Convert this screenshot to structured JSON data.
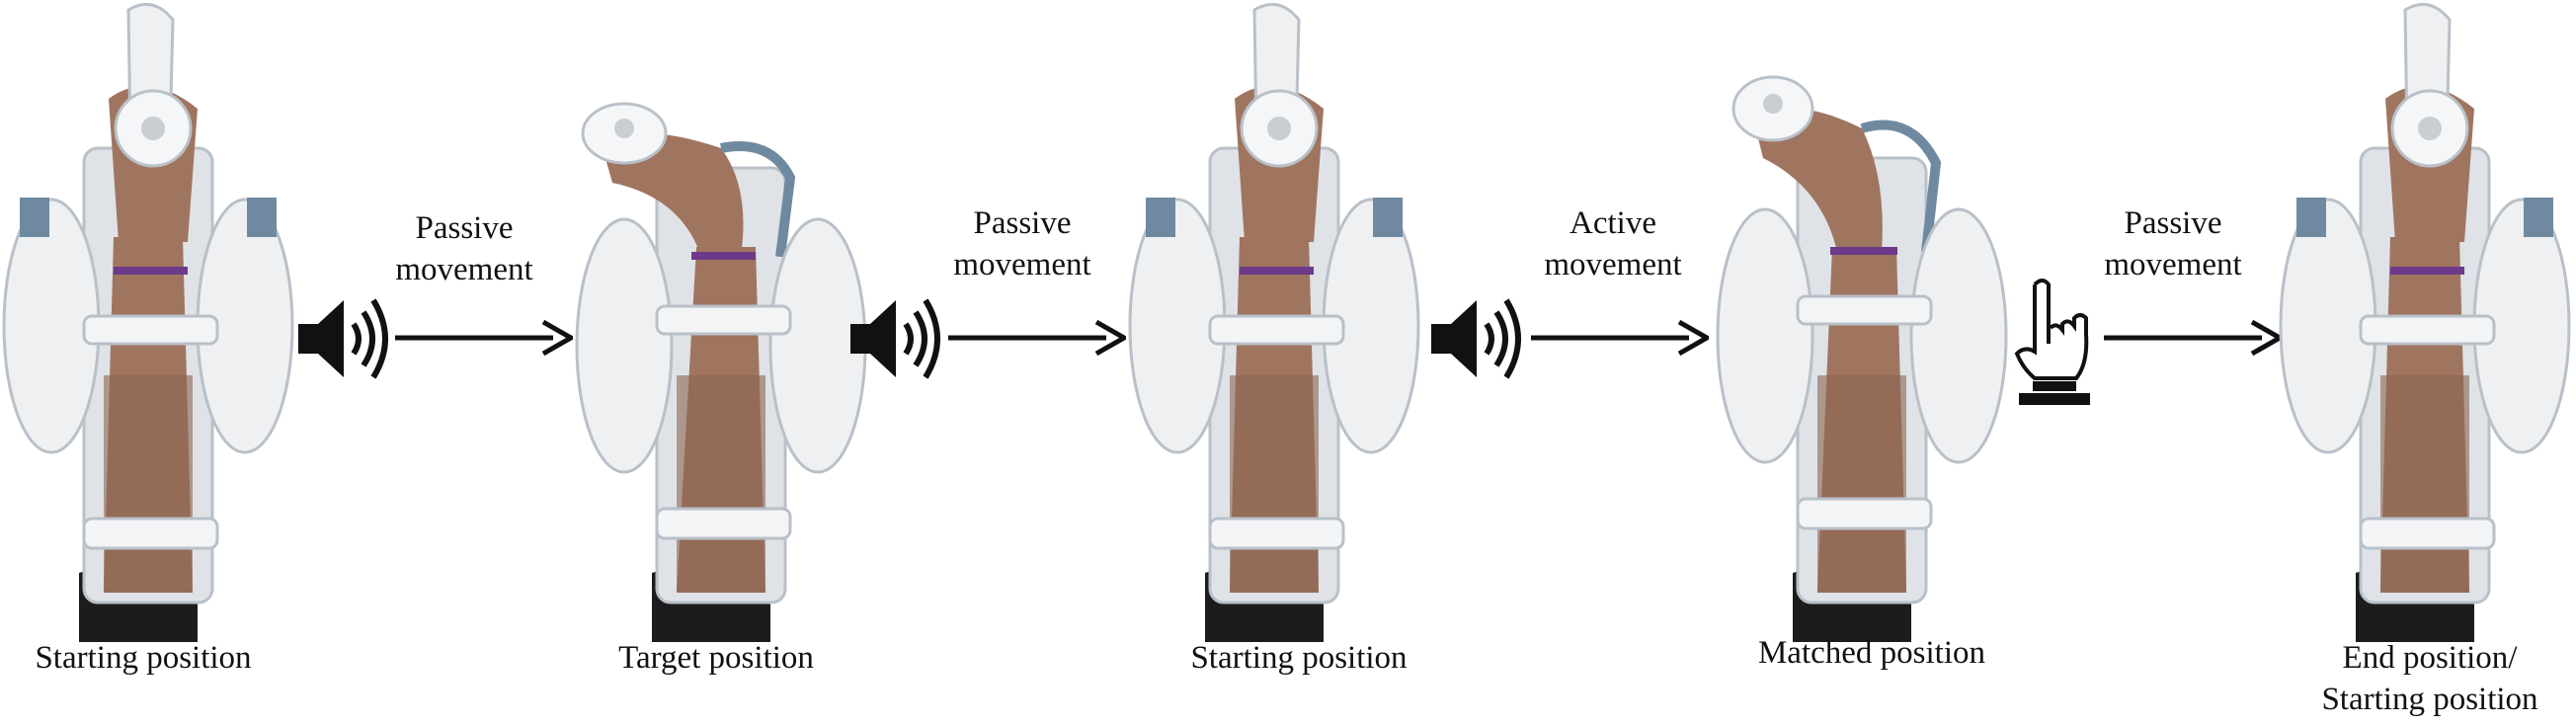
{
  "captions": [
    "Starting position",
    "Target position",
    "Starting position",
    "Matched position",
    "End position/",
    "Starting position"
  ],
  "transitions": [
    {
      "line1": "Passive",
      "line2": "movement",
      "cue_icon": "speaker-icon"
    },
    {
      "line1": "Passive",
      "line2": "movement",
      "cue_icon": "speaker-icon"
    },
    {
      "line1": "Active",
      "line2": "movement",
      "cue_icon": "speaker-icon"
    },
    {
      "line1": "Passive",
      "line2": "movement",
      "cue_icon": "finger-press-button-icon"
    }
  ],
  "colors": {
    "shell": "#eef0f2",
    "shell_edge": "#b9c0c8",
    "metal": "#6f8aa0",
    "skin": "#a07560",
    "skin_dark": "#6d4a3a",
    "sleeve": "#1c1c1c",
    "ink": "#111111"
  }
}
